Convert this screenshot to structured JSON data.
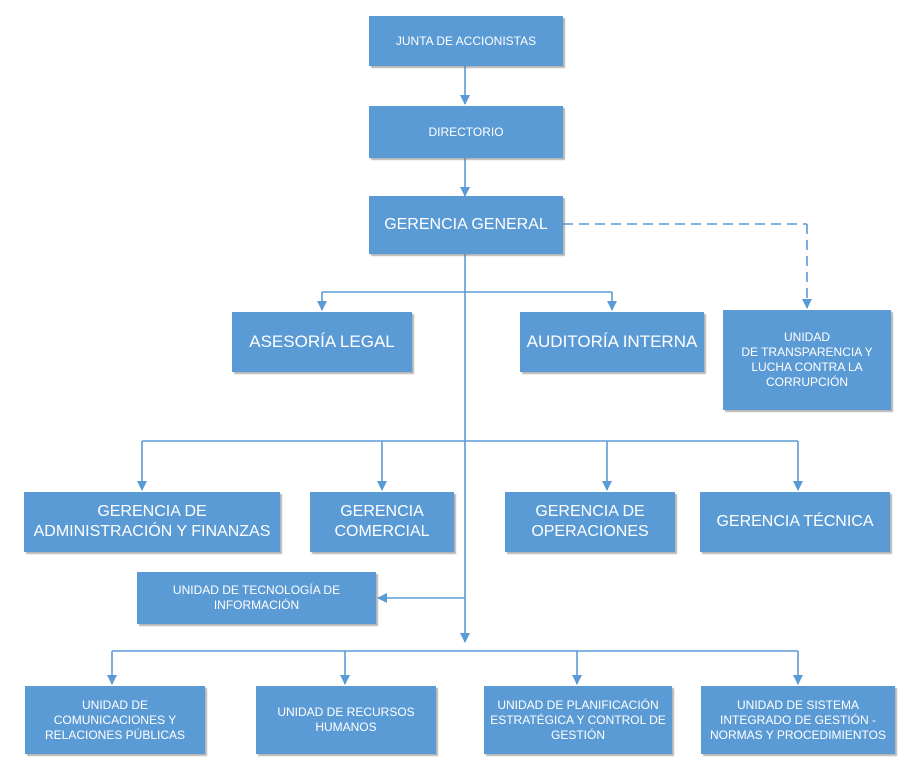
{
  "colors": {
    "box": "#5b9bd5",
    "line": "#5b9bd5",
    "text": "#ffffff"
  },
  "nodes": {
    "junta": "JUNTA DE ACCIONISTAS",
    "directorio": "DIRECTORIO",
    "gerencia_general": "GERENCIA GENERAL",
    "asesoria_legal": "ASESORÍA LEGAL",
    "auditoria_interna": "AUDITORÍA INTERNA",
    "transparencia": "UNIDAD\nDE TRANSPARENCIA Y\nLUCHA CONTRA LA\nCORRUPCIÓN",
    "gerencia_admin": "GERENCIA DE\nADMINISTRACIÓN Y FINANZAS",
    "gerencia_comercial": "GERENCIA\nCOMERCIAL",
    "gerencia_operaciones": "GERENCIA DE\nOPERACIONES",
    "gerencia_tecnica": "GERENCIA TÉCNICA",
    "tecnologia": "UNIDAD DE TECNOLOGÍA DE\nINFORMACIÓN",
    "comunicaciones": "UNIDAD DE\nCOMUNICACIONES Y\nRELACIONES PÚBLICAS",
    "recursos_humanos": "UNIDAD DE RECURSOS\nHUMANOS",
    "planificacion": "UNIDAD DE PLANIFICACIÓN\nESTRATÉGICA Y CONTROL DE\nGESTIÓN",
    "sistema_integrado": "UNIDAD DE SISTEMA\nINTEGRADO DE GESTIÓN -\nNORMAS Y PROCEDIMIENTOS"
  }
}
